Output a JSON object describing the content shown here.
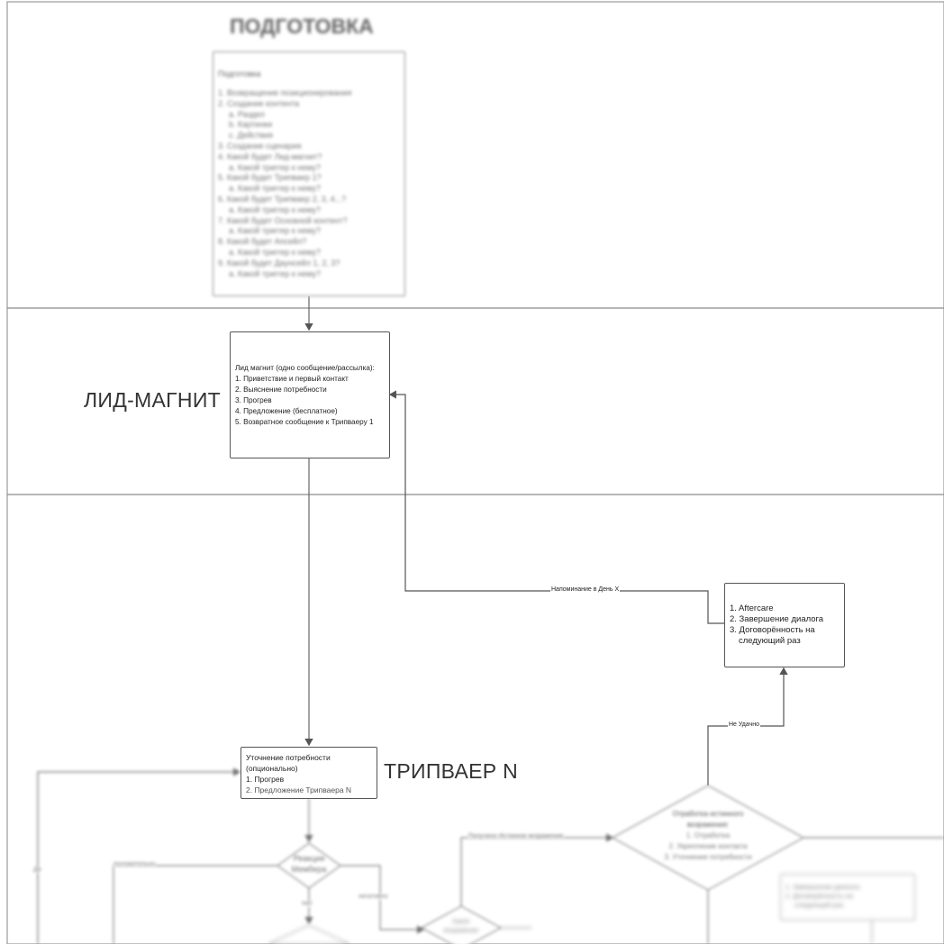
{
  "swimlanes": [
    {
      "id": "prep",
      "title": "ПОДГОТОВКА"
    },
    {
      "id": "lead",
      "title": "ЛИД-МАГНИТ"
    },
    {
      "id": "tripwire",
      "title": "ТРИПВАЕР N"
    }
  ],
  "prep_box": {
    "heading": "Подготовка",
    "items": [
      "1. Возвращение позиционирования",
      "2. Создание контента",
      "a. Раздел",
      "b. Картинки",
      "c. Действия",
      "3. Создание сценария",
      "4. Какой будет Лид-магнит?",
      "a. Какой триггер к нему?",
      "5. Какой будет Трипваер 1?",
      "a. Какой триггер к нему?",
      "6. Какой будет Трипваер 2, 3, 4...?",
      "a. Какой триггер к нему?",
      "7. Какой будет Основной контент?",
      "a. Какой триггер к нему?",
      "8. Какой будет Апсейл?",
      "a. Какой триггер к нему?",
      "9. Какой будет Даунсейл 1, 2, 3?",
      "a. Какой триггер к нему?"
    ]
  },
  "lead_box": {
    "heading": "Лид магнит (одно сообщение/рассылка):",
    "items": [
      "1. Приветствие и первый контакт",
      "2. Выяснение потребности",
      "3. Прогрев",
      "4. Предложение (бесплатное)",
      "5. Возвратное сообщение к Трипваеру 1"
    ]
  },
  "aftercare_box": {
    "items": [
      "1. Aftercare",
      "2. Завершение диалога",
      "3. Договорённость на",
      "следующий раз"
    ]
  },
  "tripwire_box": {
    "items": [
      "Уточнение потребности",
      "(опционально)",
      "1. Прогрев",
      "2. Предложение Трипваера N"
    ]
  },
  "objection_diamond": {
    "lines": [
      "Отработка истинного",
      "возражения:",
      "1. Отработка",
      "2. Укрепление контакта",
      "3. Уточнение потребности"
    ]
  },
  "reaction_diamond": {
    "lines": [
      "Реакция",
      "Мембера"
    ]
  },
  "small_diamond": {
    "lines": [
      "Какое",
      "возражение"
    ]
  },
  "end_box": {
    "items": [
      "1. Завершение диалога",
      "2. Договорённость на",
      "следующий раз"
    ]
  },
  "edge_labels": {
    "reminder": "Напоминание в День X",
    "fail": "Не Удачно",
    "true_objection": "Получено Истинное возражение",
    "positive": "положительно",
    "negative": "негативно",
    "yes": "Да",
    "no": "Нет"
  },
  "colors": {
    "line": "#555555",
    "border": "#555555",
    "text": "#222222",
    "lane_border": "#9a9a9a"
  }
}
